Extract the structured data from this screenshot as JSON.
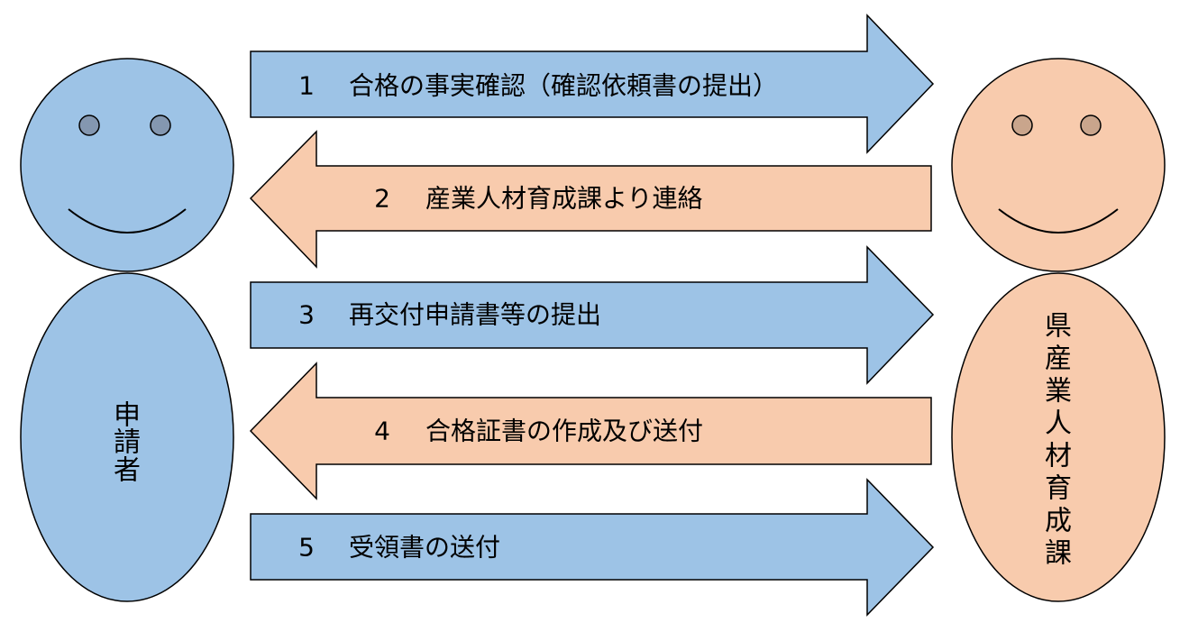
{
  "colors": {
    "applicant_fill": "#9dc3e6",
    "department_fill": "#f8cbad",
    "applicant_eye": "#8497b0",
    "department_eye": "#c9a58c",
    "stroke": "#000000"
  },
  "applicant": {
    "label_chars": [
      "申",
      "請",
      "者"
    ]
  },
  "department": {
    "label_chars": [
      "県",
      "産",
      "業",
      "人",
      "材",
      "育",
      "成",
      "課"
    ]
  },
  "steps": [
    {
      "number": "1",
      "text": "合格の事実確認（確認依頼書の提出）",
      "direction": "right"
    },
    {
      "number": "2",
      "text": "産業人材育成課より連絡",
      "direction": "left"
    },
    {
      "number": "3",
      "text": "再交付申請書等の提出",
      "direction": "right"
    },
    {
      "number": "4",
      "text": "合格証書の作成及び送付",
      "direction": "left"
    },
    {
      "number": "5",
      "text": "受領書の送付",
      "direction": "right"
    }
  ]
}
